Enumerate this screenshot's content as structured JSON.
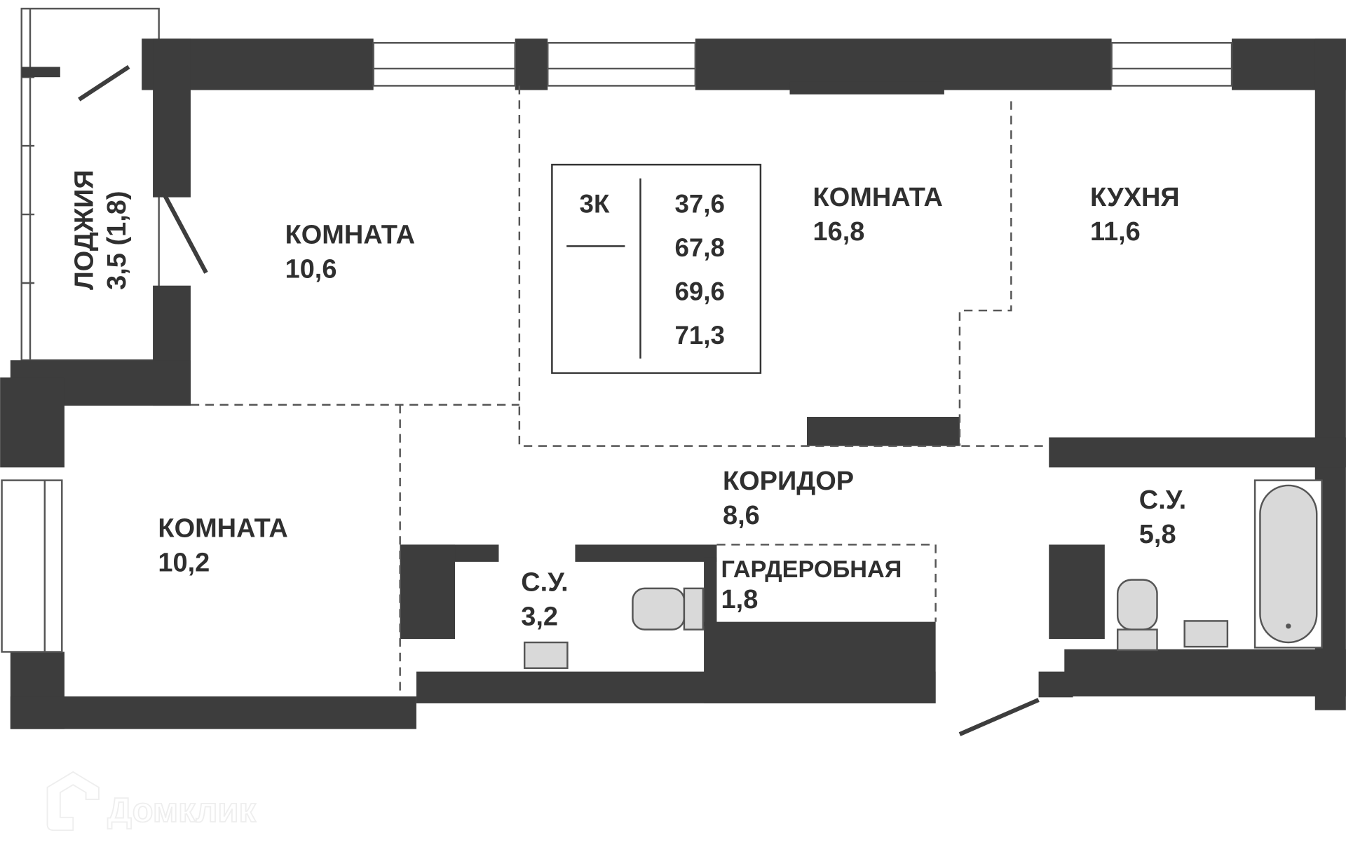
{
  "rooms": {
    "loggia": {
      "name": "ЛОДЖИЯ",
      "area": "3,5 (1,8)"
    },
    "room1": {
      "name": "КОМНАТА",
      "area": "10,6"
    },
    "room2": {
      "name": "КОМНАТА",
      "area": "16,8"
    },
    "kitchen": {
      "name": "КУХНЯ",
      "area": "11,6"
    },
    "room3": {
      "name": "КОМНАТА",
      "area": "10,2"
    },
    "corridor": {
      "name": "КОРИДОР",
      "area": "8,6"
    },
    "bath1": {
      "name": "С.У.",
      "area": "3,2"
    },
    "wardrobe": {
      "name": "ГАРДЕРОБНАЯ",
      "area": "1,8"
    },
    "bath2": {
      "name": "С.У.",
      "area": "5,8"
    }
  },
  "info": {
    "type": "3К",
    "areas": [
      "37,6",
      "67,8",
      "69,6",
      "71,3"
    ]
  },
  "watermark": "Домклик",
  "colors": {
    "wall": "#3d3d3d",
    "fixture": "#d9d9d9"
  }
}
